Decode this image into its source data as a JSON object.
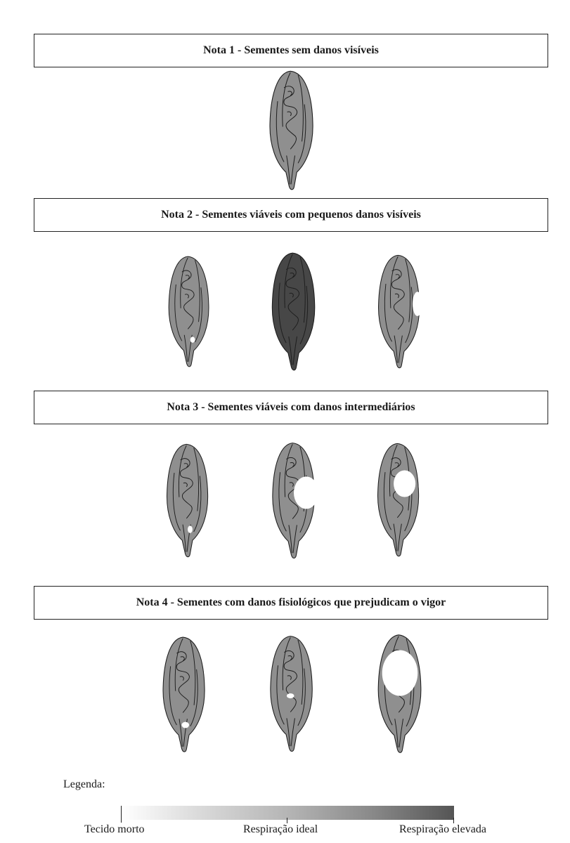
{
  "notas": [
    {
      "label": "Nota 1 - Sementes sem danos visíveis"
    },
    {
      "label": "Nota 2 - Sementes viáveis com pequenos danos visíveis"
    },
    {
      "label": "Nota 3 - Sementes viáveis com danos intermediários"
    },
    {
      "label": "Nota 4 - Sementes com danos fisiológicos que prejudicam o vigor"
    }
  ],
  "legend": {
    "title": "Legenda:",
    "labels": {
      "dead": "Tecido morto",
      "ideal": "Respiração ideal",
      "high": "Respiração elevada"
    }
  },
  "colors": {
    "seed_ideal": "#8f8f8f",
    "seed_high": "#474747",
    "outline": "#1e1e1e",
    "dead_tissue": "#ffffff"
  }
}
